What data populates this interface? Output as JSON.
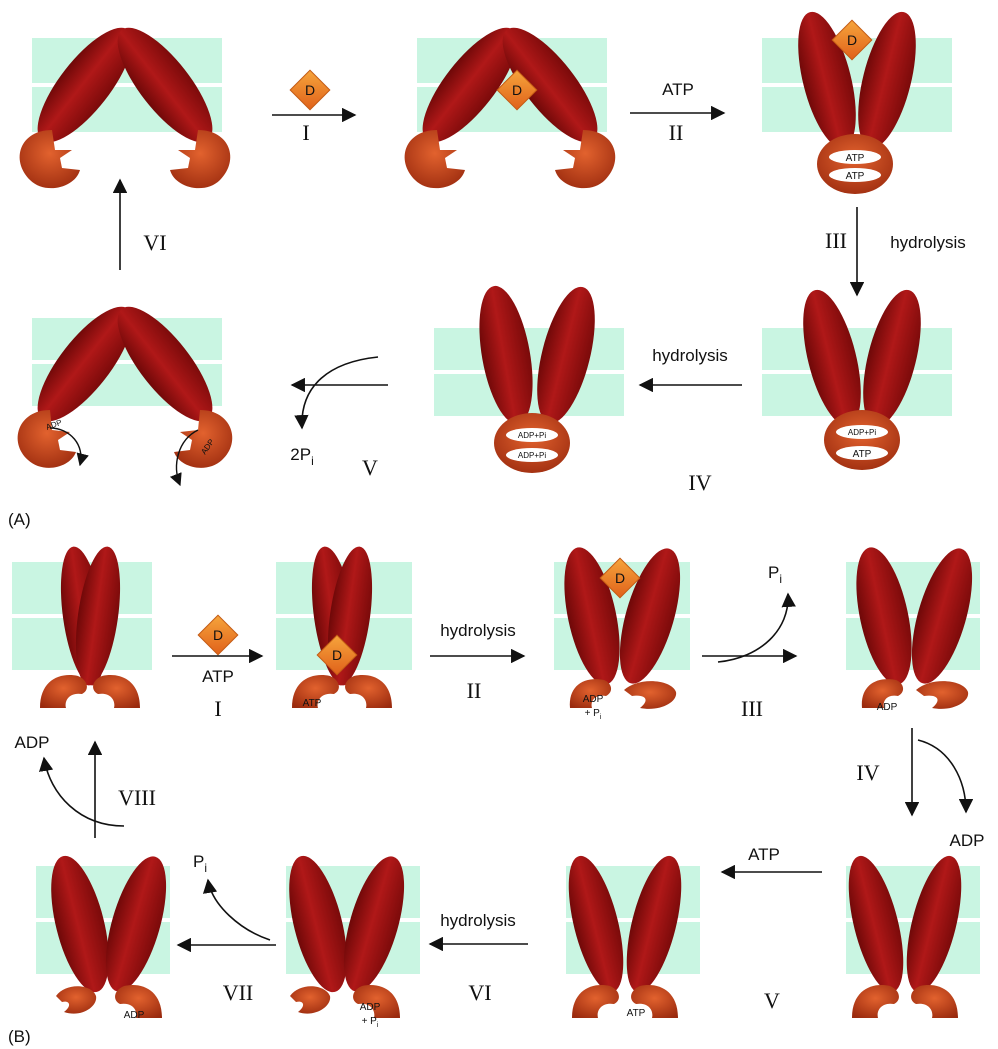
{
  "panels": {
    "A": {
      "label": "(A)"
    },
    "B": {
      "label": "(B)"
    }
  },
  "molecules": {
    "drug": "D",
    "atp": "ATP",
    "adp": "ADP",
    "adp_pi": "ADP+Pi",
    "adp_plus": "ADP",
    "plus_p": "+ P",
    "sub_i": "i"
  },
  "panel_a": {
    "step_I": "I",
    "step_II": "II",
    "step_II_label": "ATP",
    "step_III": "III",
    "step_III_label": "hydrolysis",
    "step_IV": "IV",
    "step_IV_label": "hydrolysis",
    "step_V": "V",
    "step_V_product": "2P",
    "step_VI": "VI"
  },
  "panel_b": {
    "step_I": "I",
    "step_I_label": "ATP",
    "step_II": "II",
    "step_II_label": "hydrolysis",
    "step_III": "III",
    "step_III_product": "P",
    "step_IV": "IV",
    "step_IV_product": "ADP",
    "step_V": "V",
    "step_V_label": "ATP",
    "step_VI": "VI",
    "step_VI_label": "hydrolysis",
    "step_VII": "VII",
    "step_VII_product": "P",
    "step_VIII": "VIII",
    "step_VIII_product": "ADP"
  },
  "colors": {
    "membrane": "#c9f5e2",
    "tmd": "#9e1414",
    "nbd": "#c0391b",
    "drug": "#ef7d1a",
    "arrow": "#111111"
  }
}
